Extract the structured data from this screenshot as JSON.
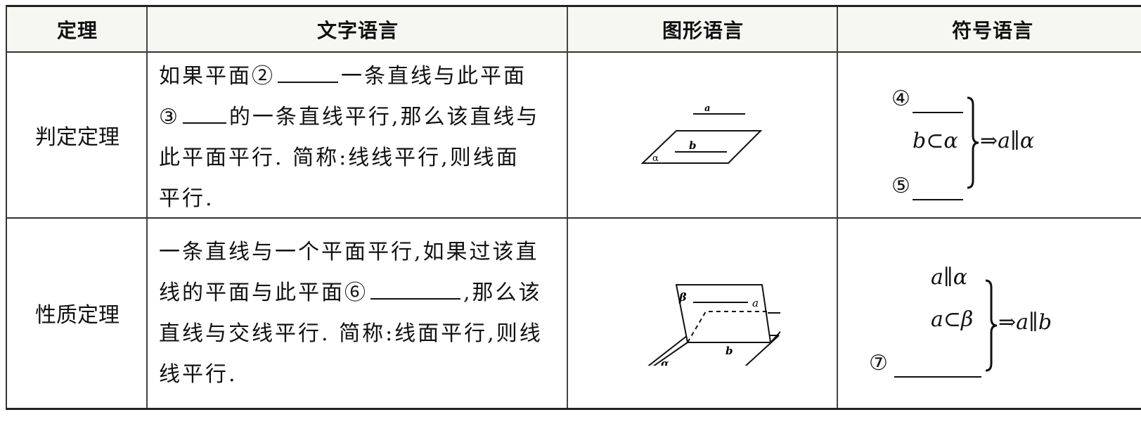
{
  "table": {
    "headers": [
      "定理",
      "文字语言",
      "图形语言",
      "符号语言"
    ],
    "rows": [
      {
        "label": "判定定理",
        "text_lines": [
          {
            "before": "如果平面②",
            "blank": true,
            "after": "一条直线与此平面"
          },
          {
            "before": "③",
            "blank": true,
            "after": "的一条直线平行,那么该直线与"
          },
          {
            "before": "此平面平行. 简称:线线平行,则线面",
            "blank": false,
            "after": ""
          },
          {
            "before": "平行.",
            "blank": false,
            "after": ""
          }
        ],
        "diagram": {
          "labels": {
            "line_above": "a",
            "line_in_plane": "b",
            "plane": "α"
          }
        },
        "symbolic": {
          "premise1_marker": "④",
          "premise2": "b⊂α",
          "premise3_marker": "⑤",
          "conclusion": "⇒a∥α"
        }
      },
      {
        "label": "性质定理",
        "text_lines": [
          {
            "before": "一条直线与一个平面平行,如果过该直",
            "blank": false,
            "after": ""
          },
          {
            "before": "线的平面与此平面⑥",
            "blank": true,
            "after": ",那么该"
          },
          {
            "before": "直线与交线平行. 简称:线面平行,则线",
            "blank": false,
            "after": ""
          },
          {
            "before": "线平行.",
            "blank": false,
            "after": ""
          }
        ],
        "diagram": {
          "labels": {
            "plane_beta": "β",
            "line_a": "a",
            "line_b": "b",
            "plane_alpha": "α"
          }
        },
        "symbolic": {
          "premise1": "a∥α",
          "premise2": "a⊂β",
          "premise3_marker": "⑦",
          "conclusion": "⇒a∥b"
        }
      }
    ]
  }
}
